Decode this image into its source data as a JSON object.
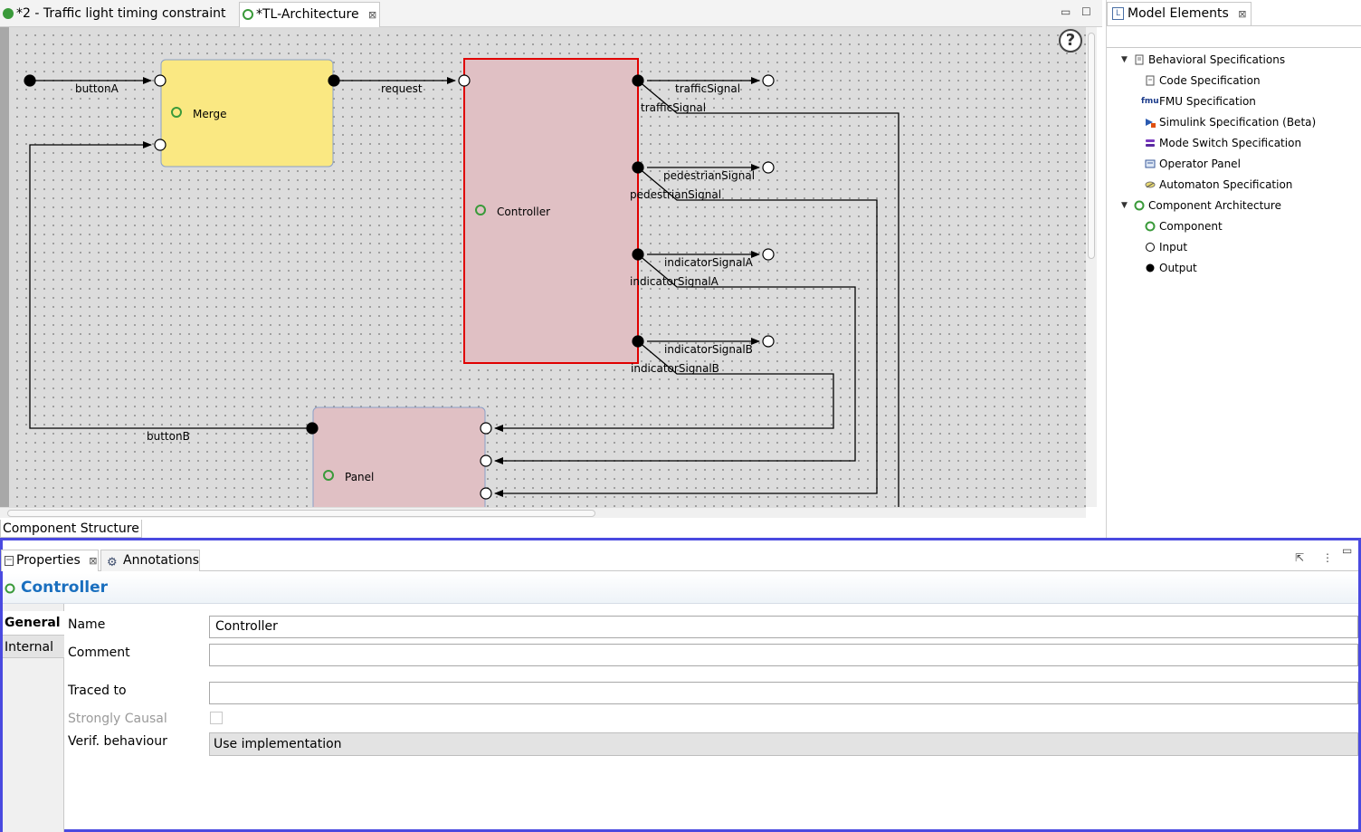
{
  "editor": {
    "tabs": [
      {
        "label": "*2 - Traffic light timing constraint",
        "active": false
      },
      {
        "label": "*TL-Architecture",
        "active": true
      }
    ],
    "close_glyph": "⊠",
    "minimize_glyph": "▭",
    "maximize_glyph": "☐",
    "help_glyph": "?",
    "bottom_tab": "Component Structure"
  },
  "diagram": {
    "components": {
      "merge": {
        "label": "Merge",
        "fill": "#fae882"
      },
      "controller": {
        "label": "Controller",
        "fill": "#e0c0c4"
      },
      "panel": {
        "label": "Panel",
        "fill": "#e0c0c4"
      }
    },
    "port_labels": {
      "buttonA": "buttonA",
      "buttonB": "buttonB",
      "request": "request",
      "trafficSignal": "trafficSignal",
      "pedestrianSignal": "pedestrianSignal",
      "indicatorSignalA": "indicatorSignalA",
      "indicatorSignalB": "indicatorSignalB"
    },
    "selection_color": "#e00000"
  },
  "model_elements": {
    "title": "Model Elements",
    "items": [
      {
        "label": "Behavioral Specifications",
        "level": 0,
        "expanded": true,
        "icon": "document-icon"
      },
      {
        "label": "Code Specification",
        "level": 1,
        "icon": "code-document-icon"
      },
      {
        "label": "FMU Specification",
        "level": 1,
        "icon": "fmu-icon",
        "icon_text": "fmu"
      },
      {
        "label": "Simulink Specification (Beta)",
        "level": 1,
        "icon": "simulink-icon"
      },
      {
        "label": "Mode Switch Specification",
        "level": 1,
        "icon": "mode-switch-icon"
      },
      {
        "label": "Operator Panel",
        "level": 1,
        "icon": "panel-icon"
      },
      {
        "label": "Automaton Specification",
        "level": 1,
        "icon": "automaton-icon"
      },
      {
        "label": "Component Architecture",
        "level": 0,
        "expanded": true,
        "icon": "component-icon"
      },
      {
        "label": "Component",
        "level": 1,
        "icon": "component-icon"
      },
      {
        "label": "Input",
        "level": 1,
        "icon": "input-port-icon"
      },
      {
        "label": "Output",
        "level": 1,
        "icon": "output-port-icon"
      }
    ]
  },
  "properties": {
    "tabs": [
      {
        "label": "Properties",
        "active": true
      },
      {
        "label": "Annotations",
        "active": false
      }
    ],
    "title": "Controller",
    "side_tabs": [
      {
        "label": "General",
        "active": true
      },
      {
        "label": "Internal",
        "active": false
      }
    ],
    "fields": {
      "name_label": "Name",
      "name_value": "Controller",
      "comment_label": "Comment",
      "comment_value": "",
      "traced_label": "Traced to",
      "traced_value": "",
      "causal_label": "Strongly Causal",
      "causal_checked": false,
      "verif_label": "Verif. behaviour",
      "verif_value": "Use implementation"
    },
    "accent_color": "#4a4ae0"
  }
}
